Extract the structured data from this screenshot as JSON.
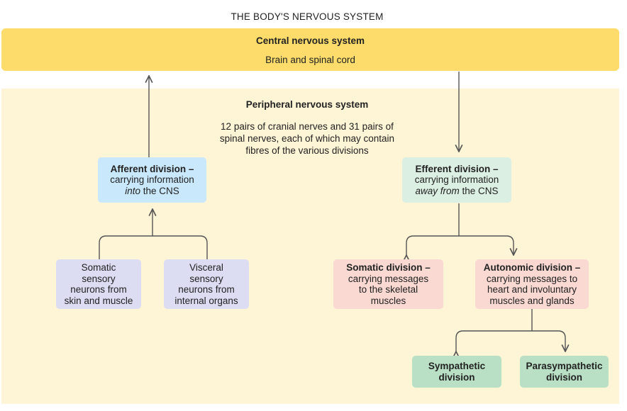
{
  "title": "THE BODY'S NERVOUS SYSTEM",
  "cns": {
    "heading": "Central nervous system",
    "sub": "Brain and spinal cord"
  },
  "pns": {
    "heading": "Peripheral nervous system",
    "desc_line1": "12 pairs of cranial nerves and 31 pairs of",
    "desc_line2": "spinal nerves, each of which may contain",
    "desc_line3": "fibres of the various divisions"
  },
  "afferent": {
    "heading": "Afferent division –",
    "line1": "carrying information",
    "line2_em": "into",
    "line2_rest": " the CNS"
  },
  "efferent": {
    "heading": "Efferent division –",
    "line1": "carrying information",
    "line2_em": "away from",
    "line2_rest": " the CNS"
  },
  "somatic_sensory": {
    "line1": "Somatic",
    "line2": "sensory",
    "line3": "neurons from",
    "line4": "skin and muscle"
  },
  "visceral_sensory": {
    "line1": "Visceral",
    "line2": "sensory",
    "line3": "neurons from",
    "line4": "internal organs"
  },
  "somatic_division": {
    "heading": "Somatic division –",
    "line1": "carrying messages",
    "line2": "to the skeletal",
    "line3": "muscles"
  },
  "autonomic_division": {
    "heading": "Autonomic division –",
    "line1": "carrying messages to",
    "line2": "heart and involuntary",
    "line3": "muscles and glands"
  },
  "sympathetic": {
    "line1": "Sympathetic",
    "line2": "division"
  },
  "parasympathetic": {
    "line1": "Parasympathetic",
    "line2": "division"
  },
  "colors": {
    "cns": "#fddc6b",
    "pns": "#fef4d6",
    "afferent": "#c9e8fb",
    "efferent": "#dcefe3",
    "sensory": "#dcdcf3",
    "motor": "#f9d9d2",
    "autonomic_branches": "#b9e0c5",
    "connector": "#555555"
  }
}
